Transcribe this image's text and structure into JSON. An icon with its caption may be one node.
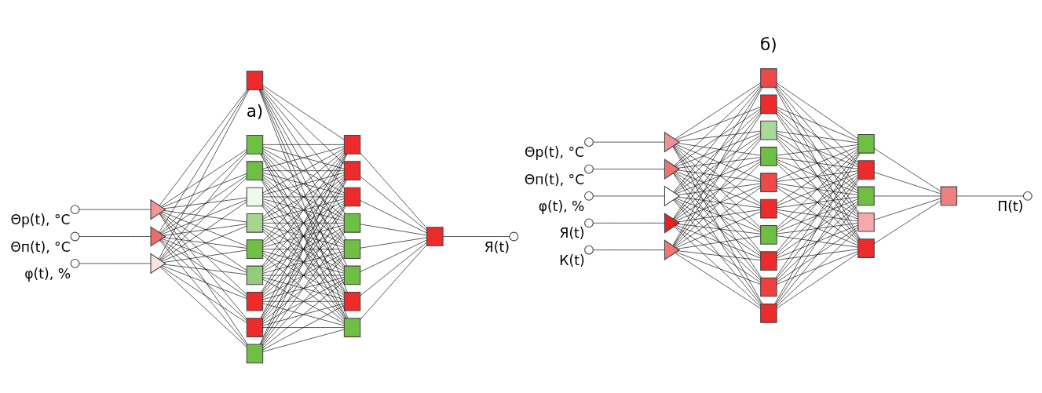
{
  "diagram": {
    "nodes": [
      {
        "text": [],
        "shape": "circle",
        "beside": [
          "Θр(t), °C"
        ]
      },
      {
        "text": [],
        "shape": "circle",
        "beside": [
          "Θп(t), °C"
        ]
      },
      {
        "text": [],
        "shape": "circle",
        "beside": [
          "φ(t), %"
        ]
      },
      {
        "text": [],
        "shape": "triangle"
      },
      {
        "text": [],
        "shape": "triangle"
      },
      {
        "text": [],
        "shape": "triangle"
      },
      {
        "text": [],
        "shape": "box"
      },
      {
        "text": [],
        "shape": "box"
      },
      {
        "text": [],
        "shape": "box"
      },
      {
        "text": [],
        "shape": "box"
      },
      {
        "text": [],
        "shape": "box"
      },
      {
        "text": [],
        "shape": "box"
      },
      {
        "text": [],
        "shape": "box"
      },
      {
        "text": [],
        "shape": "box"
      },
      {
        "text": [],
        "shape": "box"
      },
      {
        "text": [],
        "shape": "box"
      },
      {
        "text": [],
        "shape": "box"
      },
      {
        "text": [],
        "shape": "box"
      },
      {
        "text": [],
        "shape": "box"
      },
      {
        "text": [],
        "shape": "box"
      },
      {
        "text": [],
        "shape": "box"
      },
      {
        "text": [],
        "shape": "box"
      },
      {
        "text": [],
        "shape": "box"
      },
      {
        "text": [],
        "shape": "box"
      },
      {
        "text": [],
        "shape": "box"
      },
      {
        "text": [],
        "shape": "circle",
        "beside": [
          "Я(t)"
        ]
      },
      {
        "text": [],
        "shape": "circle",
        "beside": [
          "Θр(t), °C"
        ]
      },
      {
        "text": [],
        "shape": "circle",
        "beside": [
          "Θп(t), °C"
        ]
      },
      {
        "text": [],
        "shape": "circle",
        "beside": [
          "φ(t), %"
        ]
      },
      {
        "text": [],
        "shape": "circle",
        "beside": [
          "Я(t)"
        ]
      },
      {
        "text": [],
        "shape": "circle",
        "beside": [
          "К(t)"
        ]
      },
      {
        "text": [],
        "shape": "triangle"
      },
      {
        "text": [],
        "shape": "triangle"
      },
      {
        "text": [],
        "shape": "triangle"
      },
      {
        "text": [],
        "shape": "triangle"
      },
      {
        "text": [],
        "shape": "triangle"
      },
      {
        "text": [],
        "shape": "box"
      },
      {
        "text": [],
        "shape": "box"
      },
      {
        "text": [],
        "shape": "box"
      },
      {
        "text": [],
        "shape": "box"
      },
      {
        "text": [],
        "shape": "box"
      },
      {
        "text": [],
        "shape": "box"
      },
      {
        "text": [],
        "shape": "box"
      },
      {
        "text": [],
        "shape": "box"
      },
      {
        "text": [],
        "shape": "box"
      },
      {
        "text": [],
        "shape": "box"
      },
      {
        "text": [],
        "shape": "box"
      },
      {
        "text": [],
        "shape": "box"
      },
      {
        "text": [],
        "shape": "box"
      },
      {
        "text": [],
        "shape": "box"
      },
      {
        "text": [],
        "shape": "box"
      },
      {
        "text": [],
        "shape": "box"
      },
      {
        "text": [],
        "shape": "circle",
        "beside": [
          "П(t)"
        ]
      }
    ],
    "edges": [
      {
        "from": 0,
        "to": 3,
        "arrow": "none"
      },
      {
        "from": 1,
        "to": 4,
        "arrow": "none"
      },
      {
        "from": 2,
        "to": 5,
        "arrow": "none"
      },
      {
        "from": 3,
        "to": 6,
        "arrow": "none"
      },
      {
        "from": 3,
        "to": 7,
        "arrow": "none"
      },
      {
        "from": 3,
        "to": 8,
        "arrow": "none"
      },
      {
        "from": 3,
        "to": 9,
        "arrow": "none"
      },
      {
        "from": 3,
        "to": 10,
        "arrow": "none"
      },
      {
        "from": 3,
        "to": 11,
        "arrow": "none"
      },
      {
        "from": 3,
        "to": 12,
        "arrow": "none"
      },
      {
        "from": 3,
        "to": 13,
        "arrow": "none"
      },
      {
        "from": 3,
        "to": 14,
        "arrow": "none"
      },
      {
        "from": 3,
        "to": 15,
        "arrow": "none"
      },
      {
        "from": 4,
        "to": 6,
        "arrow": "none"
      },
      {
        "from": 4,
        "to": 7,
        "arrow": "none"
      },
      {
        "from": 4,
        "to": 8,
        "arrow": "none"
      },
      {
        "from": 4,
        "to": 9,
        "arrow": "none"
      },
      {
        "from": 4,
        "to": 10,
        "arrow": "none"
      },
      {
        "from": 4,
        "to": 11,
        "arrow": "none"
      },
      {
        "from": 4,
        "to": 12,
        "arrow": "none"
      },
      {
        "from": 4,
        "to": 13,
        "arrow": "none"
      },
      {
        "from": 4,
        "to": 14,
        "arrow": "none"
      },
      {
        "from": 4,
        "to": 15,
        "arrow": "none"
      },
      {
        "from": 5,
        "to": 6,
        "arrow": "none"
      },
      {
        "from": 5,
        "to": 7,
        "arrow": "none"
      },
      {
        "from": 5,
        "to": 8,
        "arrow": "none"
      },
      {
        "from": 5,
        "to": 9,
        "arrow": "none"
      },
      {
        "from": 5,
        "to": 10,
        "arrow": "none"
      },
      {
        "from": 5,
        "to": 11,
        "arrow": "none"
      },
      {
        "from": 5,
        "to": 12,
        "arrow": "none"
      },
      {
        "from": 5,
        "to": 13,
        "arrow": "none"
      },
      {
        "from": 5,
        "to": 14,
        "arrow": "none"
      },
      {
        "from": 5,
        "to": 15,
        "arrow": "none"
      },
      {
        "from": 6,
        "to": 16,
        "arrow": "none"
      },
      {
        "from": 6,
        "to": 17,
        "arrow": "none"
      },
      {
        "from": 6,
        "to": 18,
        "arrow": "none"
      },
      {
        "from": 6,
        "to": 19,
        "arrow": "none"
      },
      {
        "from": 6,
        "to": 20,
        "arrow": "none"
      },
      {
        "from": 6,
        "to": 21,
        "arrow": "none"
      },
      {
        "from": 6,
        "to": 22,
        "arrow": "none"
      },
      {
        "from": 6,
        "to": 23,
        "arrow": "none"
      },
      {
        "from": 7,
        "to": 16,
        "arrow": "none"
      },
      {
        "from": 7,
        "to": 17,
        "arrow": "none"
      },
      {
        "from": 7,
        "to": 18,
        "arrow": "none"
      },
      {
        "from": 7,
        "to": 19,
        "arrow": "none"
      },
      {
        "from": 7,
        "to": 20,
        "arrow": "none"
      },
      {
        "from": 7,
        "to": 21,
        "arrow": "none"
      },
      {
        "from": 7,
        "to": 22,
        "arrow": "none"
      },
      {
        "from": 7,
        "to": 23,
        "arrow": "none"
      },
      {
        "from": 8,
        "to": 16,
        "arrow": "none"
      },
      {
        "from": 8,
        "to": 17,
        "arrow": "none"
      },
      {
        "from": 8,
        "to": 18,
        "arrow": "none"
      },
      {
        "from": 8,
        "to": 19,
        "arrow": "none"
      },
      {
        "from": 8,
        "to": 20,
        "arrow": "none"
      },
      {
        "from": 8,
        "to": 21,
        "arrow": "none"
      },
      {
        "from": 8,
        "to": 22,
        "arrow": "none"
      },
      {
        "from": 8,
        "to": 23,
        "arrow": "none"
      },
      {
        "from": 9,
        "to": 16,
        "arrow": "none"
      },
      {
        "from": 9,
        "to": 17,
        "arrow": "none"
      },
      {
        "from": 9,
        "to": 18,
        "arrow": "none"
      },
      {
        "from": 9,
        "to": 19,
        "arrow": "none"
      },
      {
        "from": 9,
        "to": 20,
        "arrow": "none"
      },
      {
        "from": 9,
        "to": 21,
        "arrow": "none"
      },
      {
        "from": 9,
        "to": 22,
        "arrow": "none"
      },
      {
        "from": 9,
        "to": 23,
        "arrow": "none"
      },
      {
        "from": 10,
        "to": 16,
        "arrow": "none"
      },
      {
        "from": 10,
        "to": 17,
        "arrow": "none"
      },
      {
        "from": 10,
        "to": 18,
        "arrow": "none"
      },
      {
        "from": 10,
        "to": 19,
        "arrow": "none"
      },
      {
        "from": 10,
        "to": 20,
        "arrow": "none"
      },
      {
        "from": 10,
        "to": 21,
        "arrow": "none"
      },
      {
        "from": 10,
        "to": 22,
        "arrow": "none"
      },
      {
        "from": 10,
        "to": 23,
        "arrow": "none"
      },
      {
        "from": 11,
        "to": 16,
        "arrow": "none"
      },
      {
        "from": 11,
        "to": 17,
        "arrow": "none"
      },
      {
        "from": 11,
        "to": 18,
        "arrow": "none"
      },
      {
        "from": 11,
        "to": 19,
        "arrow": "none"
      },
      {
        "from": 11,
        "to": 20,
        "arrow": "none"
      },
      {
        "from": 11,
        "to": 21,
        "arrow": "none"
      },
      {
        "from": 11,
        "to": 22,
        "arrow": "none"
      },
      {
        "from": 11,
        "to": 23,
        "arrow": "none"
      },
      {
        "from": 12,
        "to": 16,
        "arrow": "none"
      },
      {
        "from": 12,
        "to": 17,
        "arrow": "none"
      },
      {
        "from": 12,
        "to": 18,
        "arrow": "none"
      },
      {
        "from": 12,
        "to": 19,
        "arrow": "none"
      },
      {
        "from": 12,
        "to": 20,
        "arrow": "none"
      },
      {
        "from": 12,
        "to": 21,
        "arrow": "none"
      },
      {
        "from": 12,
        "to": 22,
        "arrow": "none"
      },
      {
        "from": 12,
        "to": 23,
        "arrow": "none"
      },
      {
        "from": 13,
        "to": 16,
        "arrow": "none"
      },
      {
        "from": 13,
        "to": 17,
        "arrow": "none"
      },
      {
        "from": 13,
        "to": 18,
        "arrow": "none"
      },
      {
        "from": 13,
        "to": 19,
        "arrow": "none"
      },
      {
        "from": 13,
        "to": 20,
        "arrow": "none"
      },
      {
        "from": 13,
        "to": 21,
        "arrow": "none"
      },
      {
        "from": 13,
        "to": 22,
        "arrow": "none"
      },
      {
        "from": 13,
        "to": 23,
        "arrow": "none"
      },
      {
        "from": 14,
        "to": 16,
        "arrow": "none"
      },
      {
        "from": 14,
        "to": 17,
        "arrow": "none"
      },
      {
        "from": 14,
        "to": 18,
        "arrow": "none"
      },
      {
        "from": 14,
        "to": 19,
        "arrow": "none"
      },
      {
        "from": 14,
        "to": 20,
        "arrow": "none"
      },
      {
        "from": 14,
        "to": 21,
        "arrow": "none"
      },
      {
        "from": 14,
        "to": 22,
        "arrow": "none"
      },
      {
        "from": 14,
        "to": 23,
        "arrow": "none"
      },
      {
        "from": 15,
        "to": 16,
        "arrow": "none"
      },
      {
        "from": 15,
        "to": 17,
        "arrow": "none"
      },
      {
        "from": 15,
        "to": 18,
        "arrow": "none"
      },
      {
        "from": 15,
        "to": 19,
        "arrow": "none"
      },
      {
        "from": 15,
        "to": 20,
        "arrow": "none"
      },
      {
        "from": 15,
        "to": 21,
        "arrow": "none"
      },
      {
        "from": 15,
        "to": 22,
        "arrow": "none"
      },
      {
        "from": 15,
        "to": 23,
        "arrow": "none"
      },
      {
        "from": 16,
        "to": 24,
        "arrow": "none"
      },
      {
        "from": 17,
        "to": 24,
        "arrow": "none"
      },
      {
        "from": 18,
        "to": 24,
        "arrow": "none"
      },
      {
        "from": 19,
        "to": 24,
        "arrow": "none"
      },
      {
        "from": 20,
        "to": 24,
        "arrow": "none"
      },
      {
        "from": 21,
        "to": 24,
        "arrow": "none"
      },
      {
        "from": 22,
        "to": 24,
        "arrow": "none"
      },
      {
        "from": 23,
        "to": 24,
        "arrow": "none"
      },
      {
        "from": 24,
        "to": 25,
        "arrow": "none"
      },
      {
        "from": 26,
        "to": 31,
        "arrow": "none"
      },
      {
        "from": 27,
        "to": 32,
        "arrow": "none"
      },
      {
        "from": 28,
        "to": 33,
        "arrow": "none"
      },
      {
        "from": 29,
        "to": 34,
        "arrow": "none"
      },
      {
        "from": 30,
        "to": 35,
        "arrow": "none"
      },
      {
        "from": 31,
        "to": 36,
        "arrow": "none"
      },
      {
        "from": 31,
        "to": 37,
        "arrow": "none"
      },
      {
        "from": 31,
        "to": 38,
        "arrow": "none"
      },
      {
        "from": 31,
        "to": 39,
        "arrow": "none"
      },
      {
        "from": 31,
        "to": 40,
        "arrow": "none"
      },
      {
        "from": 31,
        "to": 41,
        "arrow": "none"
      },
      {
        "from": 31,
        "to": 42,
        "arrow": "none"
      },
      {
        "from": 31,
        "to": 43,
        "arrow": "none"
      },
      {
        "from": 31,
        "to": 44,
        "arrow": "none"
      },
      {
        "from": 31,
        "to": 45,
        "arrow": "none"
      },
      {
        "from": 32,
        "to": 36,
        "arrow": "none"
      },
      {
        "from": 32,
        "to": 37,
        "arrow": "none"
      },
      {
        "from": 32,
        "to": 38,
        "arrow": "none"
      },
      {
        "from": 32,
        "to": 39,
        "arrow": "none"
      },
      {
        "from": 32,
        "to": 40,
        "arrow": "none"
      },
      {
        "from": 32,
        "to": 41,
        "arrow": "none"
      },
      {
        "from": 32,
        "to": 42,
        "arrow": "none"
      },
      {
        "from": 32,
        "to": 43,
        "arrow": "none"
      },
      {
        "from": 32,
        "to": 44,
        "arrow": "none"
      },
      {
        "from": 32,
        "to": 45,
        "arrow": "none"
      },
      {
        "from": 33,
        "to": 36,
        "arrow": "none"
      },
      {
        "from": 33,
        "to": 37,
        "arrow": "none"
      },
      {
        "from": 33,
        "to": 38,
        "arrow": "none"
      },
      {
        "from": 33,
        "to": 39,
        "arrow": "none"
      },
      {
        "from": 33,
        "to": 40,
        "arrow": "none"
      },
      {
        "from": 33,
        "to": 41,
        "arrow": "none"
      },
      {
        "from": 33,
        "to": 42,
        "arrow": "none"
      },
      {
        "from": 33,
        "to": 43,
        "arrow": "none"
      },
      {
        "from": 33,
        "to": 44,
        "arrow": "none"
      },
      {
        "from": 33,
        "to": 45,
        "arrow": "none"
      },
      {
        "from": 34,
        "to": 36,
        "arrow": "none"
      },
      {
        "from": 34,
        "to": 37,
        "arrow": "none"
      },
      {
        "from": 34,
        "to": 38,
        "arrow": "none"
      },
      {
        "from": 34,
        "to": 39,
        "arrow": "none"
      },
      {
        "from": 34,
        "to": 40,
        "arrow": "none"
      },
      {
        "from": 34,
        "to": 41,
        "arrow": "none"
      },
      {
        "from": 34,
        "to": 42,
        "arrow": "none"
      },
      {
        "from": 34,
        "to": 43,
        "arrow": "none"
      },
      {
        "from": 34,
        "to": 44,
        "arrow": "none"
      },
      {
        "from": 34,
        "to": 45,
        "arrow": "none"
      },
      {
        "from": 35,
        "to": 36,
        "arrow": "none"
      },
      {
        "from": 35,
        "to": 37,
        "arrow": "none"
      },
      {
        "from": 35,
        "to": 38,
        "arrow": "none"
      },
      {
        "from": 35,
        "to": 39,
        "arrow": "none"
      },
      {
        "from": 35,
        "to": 40,
        "arrow": "none"
      },
      {
        "from": 35,
        "to": 41,
        "arrow": "none"
      },
      {
        "from": 35,
        "to": 42,
        "arrow": "none"
      },
      {
        "from": 35,
        "to": 43,
        "arrow": "none"
      },
      {
        "from": 35,
        "to": 44,
        "arrow": "none"
      },
      {
        "from": 35,
        "to": 45,
        "arrow": "none"
      },
      {
        "from": 36,
        "to": 46,
        "arrow": "none"
      },
      {
        "from": 36,
        "to": 47,
        "arrow": "none"
      },
      {
        "from": 36,
        "to": 48,
        "arrow": "none"
      },
      {
        "from": 36,
        "to": 49,
        "arrow": "none"
      },
      {
        "from": 36,
        "to": 50,
        "arrow": "none"
      },
      {
        "from": 37,
        "to": 46,
        "arrow": "none"
      },
      {
        "from": 37,
        "to": 47,
        "arrow": "none"
      },
      {
        "from": 37,
        "to": 48,
        "arrow": "none"
      },
      {
        "from": 37,
        "to": 49,
        "arrow": "none"
      },
      {
        "from": 37,
        "to": 50,
        "arrow": "none"
      },
      {
        "from": 38,
        "to": 46,
        "arrow": "none"
      },
      {
        "from": 38,
        "to": 47,
        "arrow": "none"
      },
      {
        "from": 38,
        "to": 48,
        "arrow": "none"
      },
      {
        "from": 38,
        "to": 49,
        "arrow": "none"
      },
      {
        "from": 38,
        "to": 50,
        "arrow": "none"
      },
      {
        "from": 39,
        "to": 46,
        "arrow": "none"
      },
      {
        "from": 39,
        "to": 47,
        "arrow": "none"
      },
      {
        "from": 39,
        "to": 48,
        "arrow": "none"
      },
      {
        "from": 39,
        "to": 49,
        "arrow": "none"
      },
      {
        "from": 39,
        "to": 50,
        "arrow": "none"
      },
      {
        "from": 40,
        "to": 46,
        "arrow": "none"
      },
      {
        "from": 40,
        "to": 47,
        "arrow": "none"
      },
      {
        "from": 40,
        "to": 48,
        "arrow": "none"
      },
      {
        "from": 40,
        "to": 49,
        "arrow": "none"
      },
      {
        "from": 40,
        "to": 50,
        "arrow": "none"
      },
      {
        "from": 41,
        "to": 46,
        "arrow": "none"
      },
      {
        "from": 41,
        "to": 47,
        "arrow": "none"
      },
      {
        "from": 41,
        "to": 48,
        "arrow": "none"
      },
      {
        "from": 41,
        "to": 49,
        "arrow": "none"
      },
      {
        "from": 41,
        "to": 50,
        "arrow": "none"
      },
      {
        "from": 42,
        "to": 46,
        "arrow": "none"
      },
      {
        "from": 42,
        "to": 47,
        "arrow": "none"
      },
      {
        "from": 42,
        "to": 48,
        "arrow": "none"
      },
      {
        "from": 42,
        "to": 49,
        "arrow": "none"
      },
      {
        "from": 42,
        "to": 50,
        "arrow": "none"
      },
      {
        "from": 43,
        "to": 46,
        "arrow": "none"
      },
      {
        "from": 43,
        "to": 47,
        "arrow": "none"
      },
      {
        "from": 43,
        "to": 48,
        "arrow": "none"
      },
      {
        "from": 43,
        "to": 49,
        "arrow": "none"
      },
      {
        "from": 43,
        "to": 50,
        "arrow": "none"
      },
      {
        "from": 44,
        "to": 46,
        "arrow": "none"
      },
      {
        "from": 44,
        "to": 47,
        "arrow": "none"
      },
      {
        "from": 44,
        "to": 48,
        "arrow": "none"
      },
      {
        "from": 44,
        "to": 49,
        "arrow": "none"
      },
      {
        "from": 44,
        "to": 50,
        "arrow": "none"
      },
      {
        "from": 45,
        "to": 46,
        "arrow": "none"
      },
      {
        "from": 45,
        "to": 47,
        "arrow": "none"
      },
      {
        "from": 45,
        "to": 48,
        "arrow": "none"
      },
      {
        "from": 45,
        "to": 49,
        "arrow": "none"
      },
      {
        "from": 45,
        "to": 50,
        "arrow": "none"
      },
      {
        "from": 46,
        "to": 51,
        "arrow": "none"
      },
      {
        "from": 47,
        "to": 51,
        "arrow": "none"
      },
      {
        "from": 48,
        "to": 51,
        "arrow": "none"
      },
      {
        "from": 49,
        "to": 51,
        "arrow": "none"
      },
      {
        "from": 50,
        "to": 51,
        "arrow": "none"
      },
      {
        "from": 51,
        "to": 52,
        "arrow": "none"
      }
    ],
    "labels": [
      "а)",
      "б)"
    ]
  }
}
